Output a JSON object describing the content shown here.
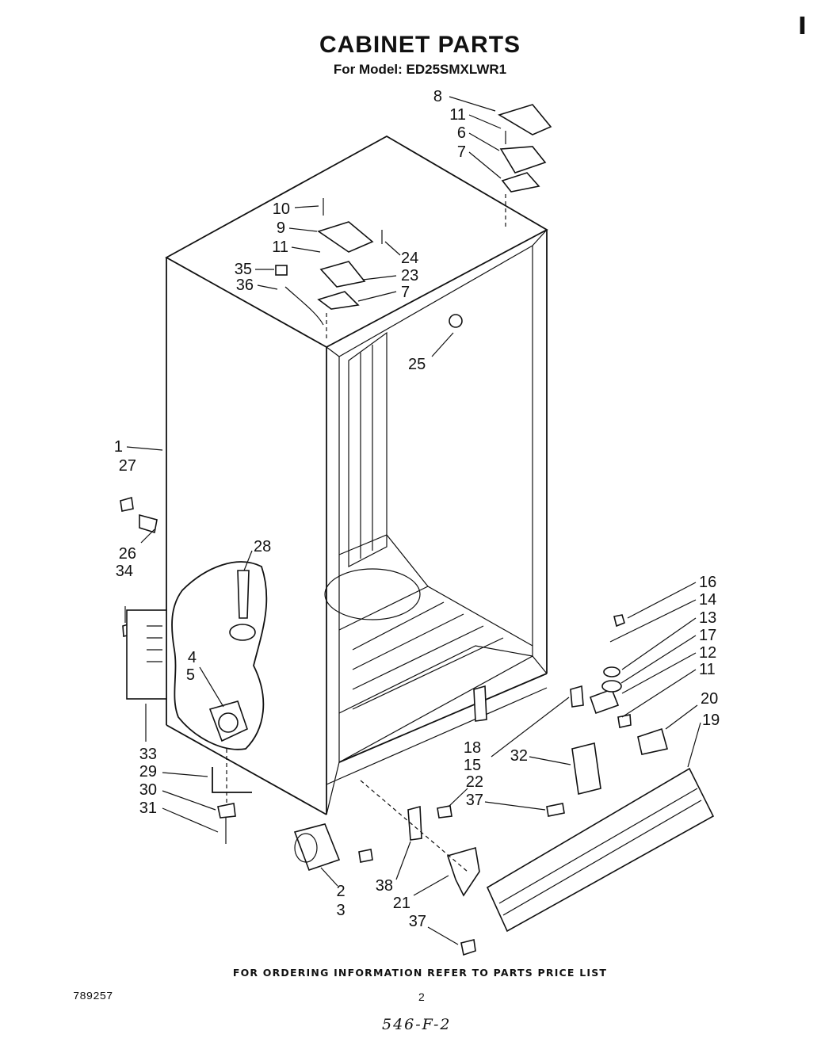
{
  "header": {
    "title": "CABINET PARTS",
    "subtitle": "For Model: ED25SMXLWR1",
    "corner_mark": "I"
  },
  "footer": {
    "ordering_note": "FOR ORDERING INFORMATION REFER TO PARTS PRICE LIST",
    "doc_number": "789257",
    "page_number": "2",
    "handwritten_note": "546-F-2"
  },
  "callouts": [
    "8",
    "11",
    "6",
    "7",
    "10",
    "9",
    "11",
    "24",
    "35",
    "23",
    "36",
    "7",
    "25",
    "1",
    "27",
    "26",
    "28",
    "34",
    "16",
    "14",
    "13",
    "17",
    "4",
    "12",
    "5",
    "11",
    "20",
    "19",
    "33",
    "18",
    "15",
    "32",
    "29",
    "22",
    "37",
    "30",
    "31",
    "38",
    "2",
    "3",
    "21",
    "37"
  ]
}
